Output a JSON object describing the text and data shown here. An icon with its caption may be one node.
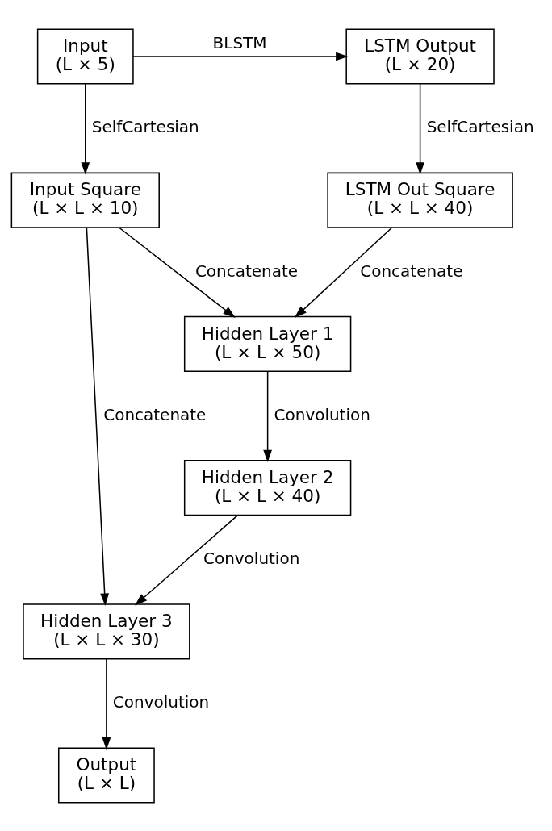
{
  "diagram": {
    "nodes": [
      {
        "text": [
          "Input",
          "(L × 5)"
        ]
      },
      {
        "text": [
          "LSTM Output",
          "(L × 20)"
        ]
      },
      {
        "text": [
          "Input Square",
          "(L × L × 10)"
        ]
      },
      {
        "text": [
          "LSTM Out Square",
          "(L × L × 40)"
        ]
      },
      {
        "text": [
          "Hidden Layer 1",
          "(L × L × 50)"
        ]
      },
      {
        "text": [
          "Hidden Layer 2",
          "(L × L × 40)"
        ]
      },
      {
        "text": [
          "Hidden Layer 3",
          "(L × L × 30)"
        ]
      },
      {
        "text": [
          "Output",
          "(L × L)"
        ]
      }
    ],
    "edges": [
      {
        "from": 0,
        "to": 1,
        "arrow": "to",
        "label": "BLSTM"
      },
      {
        "from": 0,
        "to": 2,
        "arrow": "to",
        "label": "SelfCartesian"
      },
      {
        "from": 1,
        "to": 3,
        "arrow": "to",
        "label": "SelfCartesian"
      },
      {
        "from": 2,
        "to": 4,
        "arrow": "to",
        "label": "Concatenate"
      },
      {
        "from": 3,
        "to": 4,
        "arrow": "to",
        "label": "Concatenate"
      },
      {
        "from": 4,
        "to": 5,
        "arrow": "to",
        "label": "Convolution"
      },
      {
        "from": 2,
        "to": 6,
        "arrow": "to",
        "label": "Concatenate"
      },
      {
        "from": 5,
        "to": 6,
        "arrow": "to",
        "label": "Convolution"
      },
      {
        "from": 6,
        "to": 7,
        "arrow": "to",
        "label": "Convolution"
      }
    ]
  }
}
